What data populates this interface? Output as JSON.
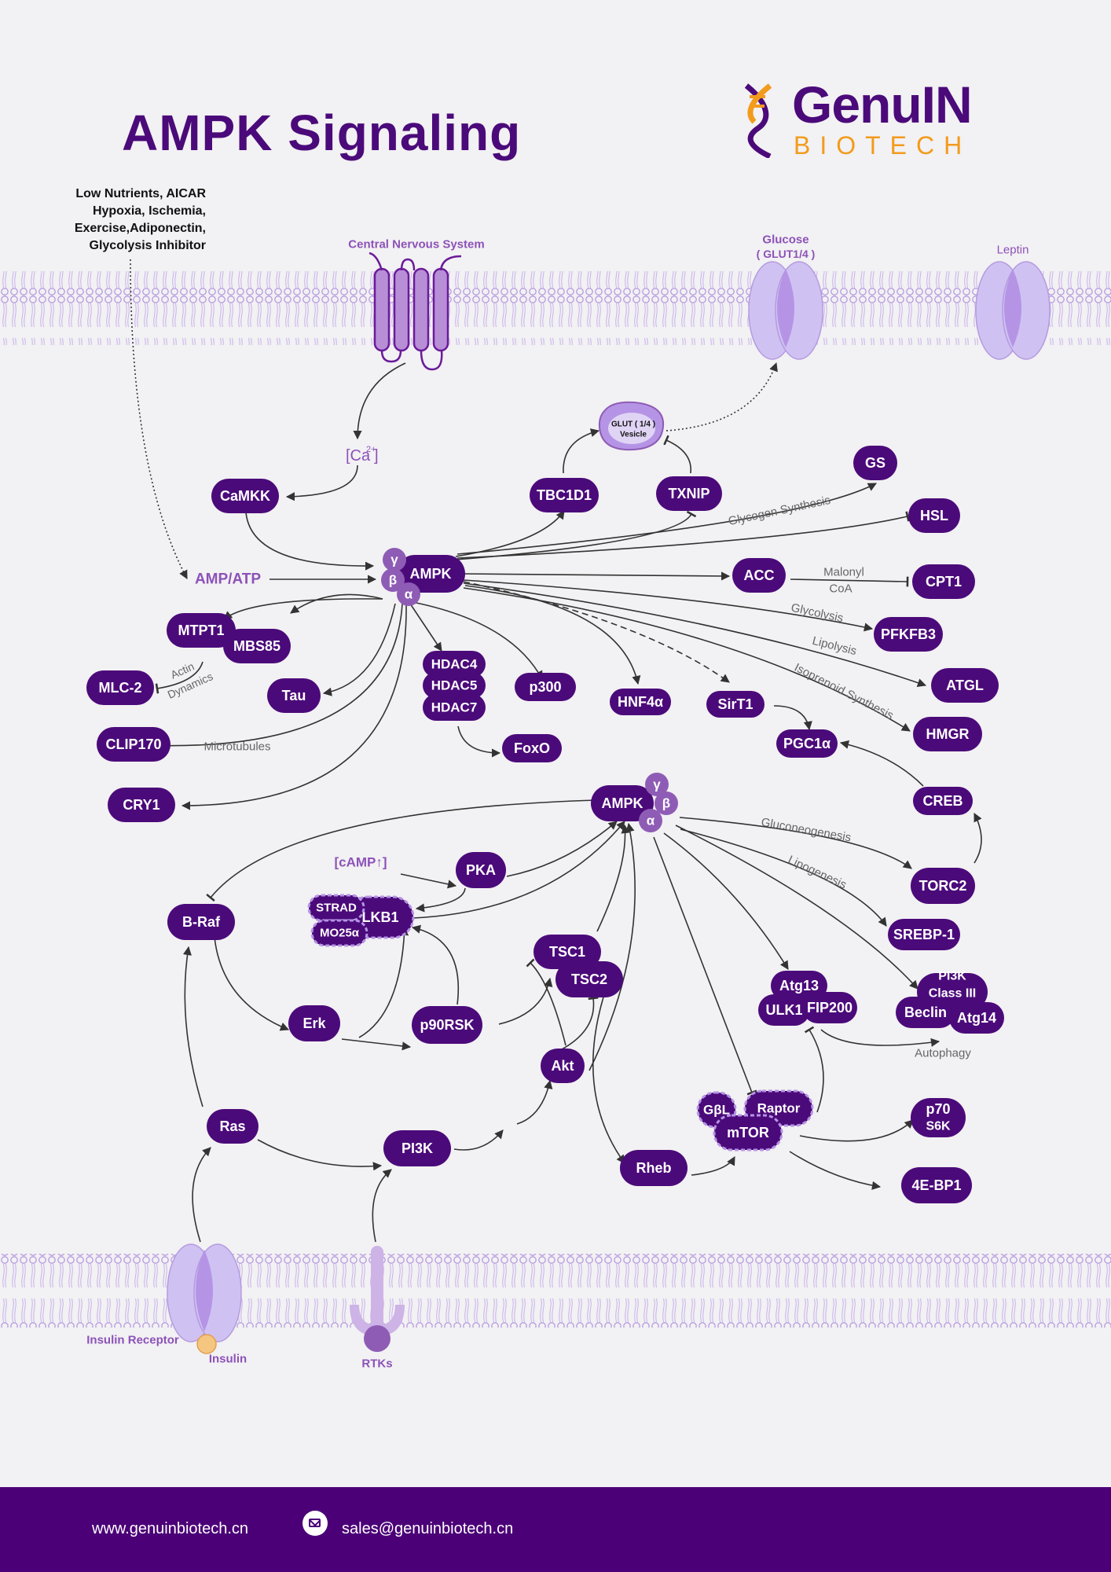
{
  "title": "AMPK Signaling",
  "logo": {
    "name": "GenuIN",
    "sub": "BIOTECH"
  },
  "stimuli": [
    "Low Nutrients, AICAR",
    "Hypoxia, Ischemia,",
    "Exercise,Adiponectin,",
    "Glycolysis Inhibitor"
  ],
  "labels": {
    "cns": "Central Nervous System",
    "glucose": "Glucose",
    "glut": "( GLUT1/4 )",
    "leptin": "Leptin",
    "ca": "[Ca",
    "ca_sup": "2+",
    "ca_end": "]",
    "glut_vesicle_1": "GLUT ( 1/4 )",
    "glut_vesicle_2": "Vesicle",
    "amp_atp": "AMP/ATP",
    "camp": "[cAMP↑]",
    "insulin_receptor": "Insulin Receptor",
    "insulin": "Insulin",
    "rtks": "RTKs"
  },
  "nodes": {
    "camkk": "CaMKK",
    "ampk1": "AMPK",
    "tbc1d1": "TBC1D1",
    "txnip": "TXNIP",
    "gs": "GS",
    "hsl": "HSL",
    "acc": "ACC",
    "cpt1": "CPT1",
    "pfkfb3": "PFKFB3",
    "atgl": "ATGL",
    "hmgr": "HMGR",
    "mtpt1": "MTPT1",
    "mbs85": "MBS85",
    "mlc2": "MLC-2",
    "tau": "Tau",
    "clip170": "CLIP170",
    "cry1": "CRY1",
    "hdac4": "HDAC4",
    "hdac5": "HDAC5",
    "hdac7": "HDAC7",
    "foxo": "FoxO",
    "p300": "p300",
    "hnf4a": "HNF4α",
    "sirt1": "SirT1",
    "pgc1a": "PGC1α",
    "creb": "CREB",
    "ampk2": "AMPK",
    "torc2": "TORC2",
    "srebp1": "SREBP-1",
    "braf": "B-Raf",
    "pka": "PKA",
    "strad": "STRAD",
    "mo25": "MO25α",
    "lkb1": "LKB1",
    "tsc1": "TSC1",
    "tsc2": "TSC2",
    "erk": "Erk",
    "p90rsk": "p90RSK",
    "akt": "Akt",
    "atg13": "Atg13",
    "ulk1": "ULK1",
    "fip200": "FIP200",
    "pi3k3": "PI3K",
    "pi3k3_2": "Class III",
    "beclin": "Beclin",
    "atg14": "Atg14",
    "ras": "Ras",
    "pi3k": "PI3K",
    "rheb": "Rheb",
    "gbl": "GβL",
    "raptor": "Raptor",
    "mtor": "mTOR",
    "p70": "p70",
    "s6k": "S6K",
    "ebp1": "4E-BP1",
    "gamma": "γ",
    "beta": "β",
    "alpha": "α"
  },
  "edge_labels": {
    "glycogen": "Glycogen Synthesis",
    "malonyl": "Malonyl",
    "coa": "CoA",
    "glycolysis": "Glycolysis",
    "lipolysis": "Lipolysis",
    "isoprenoid": "Isoprenoid Synthesis",
    "actin": "Actin",
    "dynamics": "Dynamics",
    "microtubules": "Microtubules",
    "gluconeo": "Gluconeogenesis",
    "lipogenesis": "Lipogenesis",
    "autophagy": "Autophagy"
  },
  "footer": {
    "url": "www.genuinbiotech.cn",
    "email": "sales@genuinbiotech.cn"
  },
  "colors": {
    "node": "#4b0a7a",
    "subunit": "#8e5cb5",
    "label": "#8c52b8",
    "membrane": "#b69ae0",
    "receptor": "#cfc2f2",
    "receptor_core": "#b594e6",
    "orange": "#f29b1c",
    "footer": "#4b0077"
  }
}
